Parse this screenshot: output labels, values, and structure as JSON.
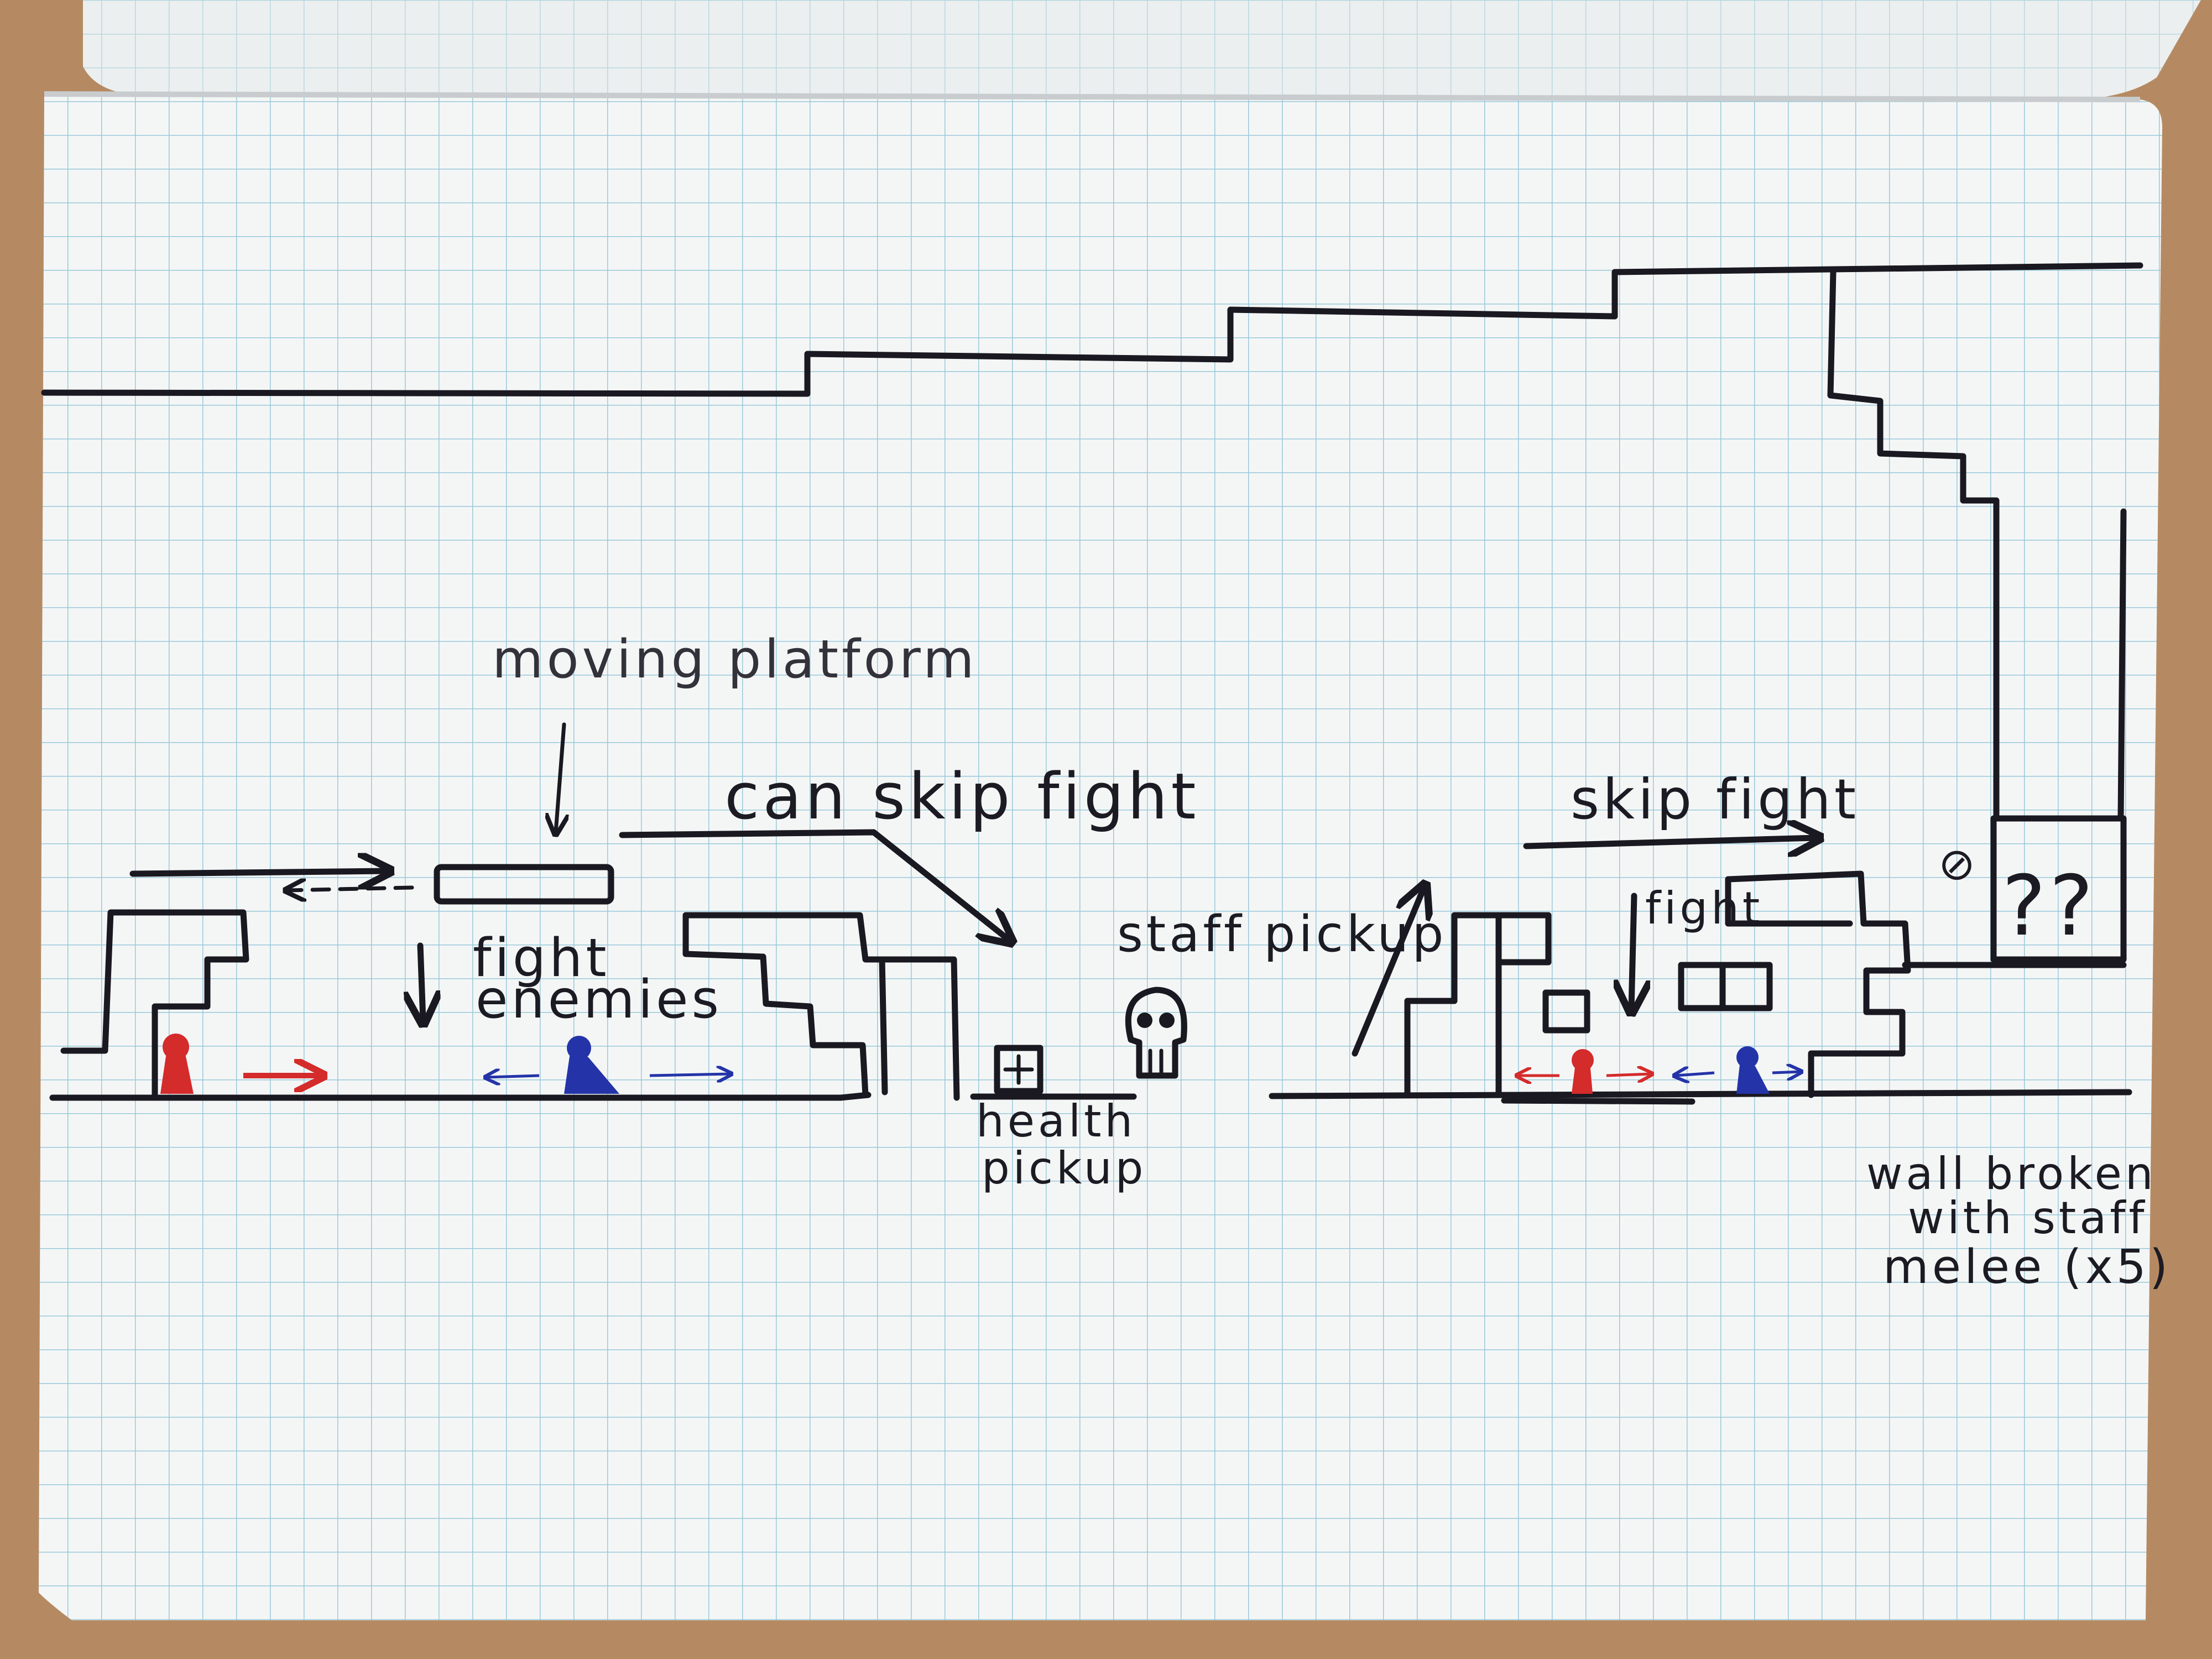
{
  "notebook": {
    "colors": {
      "desk": "#b58a63",
      "paper": "#f4f6f6",
      "grid": "#8fc3d6",
      "ink": "#1a1820",
      "player": "#d42b2b",
      "enemy": "#2434a8"
    }
  },
  "labels": {
    "moving_platform": "moving platform",
    "can_skip_fight": "can skip fight",
    "fight_enemies_line1": "fight",
    "fight_enemies_line2": "enemies",
    "staff_pickup": "staff pickup",
    "health_pickup_line1": "health",
    "health_pickup_line2": "pickup",
    "skip_fight": "skip fight",
    "fight": "fight",
    "question_marks": "??",
    "wall_note_line1": "wall broken",
    "wall_note_line2": "with staff",
    "wall_note_line3": "melee (x5)",
    "wall_marker": "⊘"
  },
  "icons": {
    "skull": "skull-icon",
    "health_box": "plus-icon",
    "player_red": "red-character-icon",
    "enemy_blue": "blue-character-icon"
  }
}
